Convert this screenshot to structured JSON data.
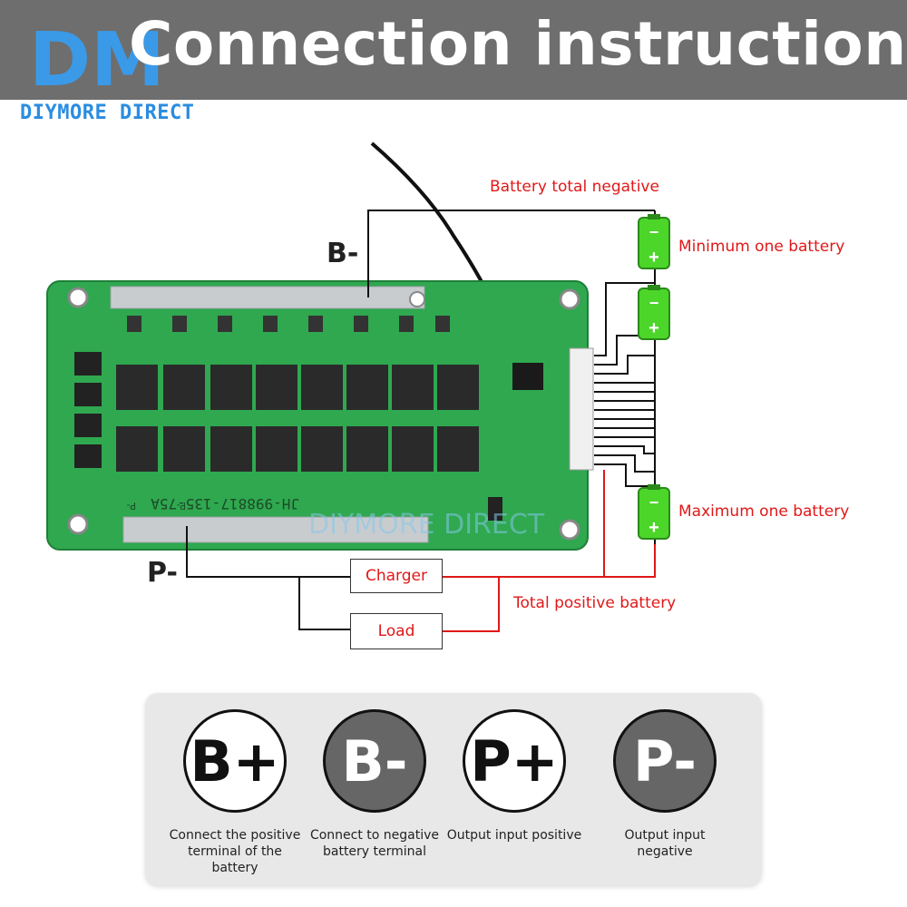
{
  "header": {
    "title": "Connection instructions",
    "logo_letters": "DM",
    "logo_caption": "DIYMORE DIRECT"
  },
  "diagram": {
    "battery_total_negative": "Battery total negative",
    "minimum_one_battery": "Minimum one battery",
    "maximum_one_battery": "Maximum one battery",
    "total_positive_battery": "Total positive battery",
    "b_minus": "B-",
    "p_minus": "P-",
    "charger": "Charger",
    "load": "Load",
    "board_silk": "JH-998817-135-75A",
    "board_pad_labels": [
      "P-",
      "P-"
    ],
    "battery_minus": "−",
    "battery_plus": "+",
    "watermark": "DIYMORE DIRECT"
  },
  "terminals": [
    {
      "symbol": "B+",
      "style": "light",
      "description": "Connect the positive terminal of the battery"
    },
    {
      "symbol": "B-",
      "style": "dark",
      "description": "Connect to negative battery terminal"
    },
    {
      "symbol": "P+",
      "style": "light",
      "description": "Output input positive"
    },
    {
      "symbol": "P-",
      "style": "dark",
      "description": "Output input negative"
    }
  ],
  "colors": {
    "header_bg": "#6e6e6e",
    "board_green": "#2fa84f",
    "wire_red": "#e01818",
    "wire_black": "#111111",
    "battery_green": "#4cd62a",
    "logo_blue": "#2a8de0"
  }
}
